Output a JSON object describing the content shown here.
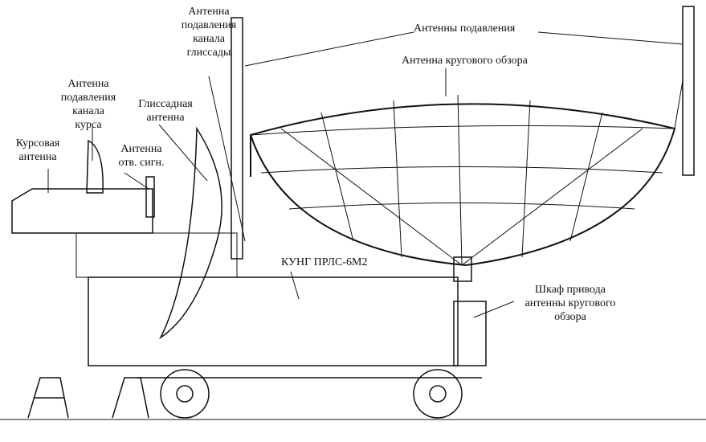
{
  "labels": {
    "suppression_antennas": "Антенны подавления",
    "surveillance_antenna": "Антенна кругового обзора",
    "glide_suppression": [
      "Антенна",
      "подавления",
      "канала",
      "глиссады"
    ],
    "course_suppression": [
      "Антенна",
      "подавления",
      "канала",
      "курса"
    ],
    "glide_antenna": [
      "Глиссадная",
      "антенна"
    ],
    "course_antenna": [
      "Курсовая",
      "антенна"
    ],
    "response_antenna": [
      "Антенна",
      "отв. сигн."
    ],
    "kung": "КУНГ ПРЛС-6М2",
    "drive_cabinet": [
      "Шкаф привода",
      "антенны кругового",
      "обзора"
    ]
  }
}
